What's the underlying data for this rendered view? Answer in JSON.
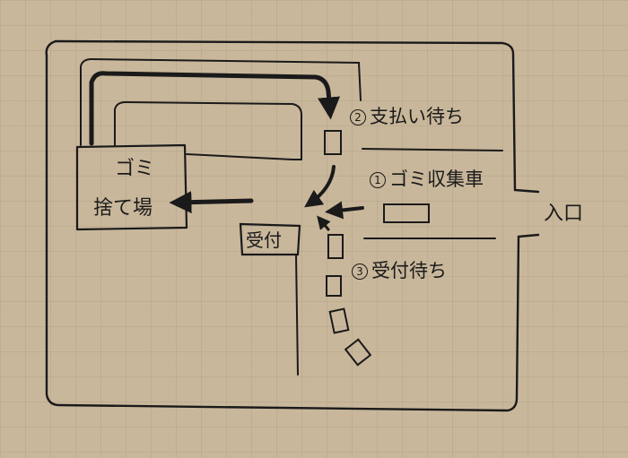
{
  "labels": {
    "gomi": "ゴミ",
    "sutebasho": "捨て場",
    "uketsuke": "受付",
    "shiharai_num": "2",
    "shiharai": "支払い待ち",
    "shuushuu_num": "1",
    "shuushuu": "ゴミ収集車",
    "uketsuke_machi_num": "3",
    "uketsuke_machi": "受付待ち",
    "iriguchi": "入口"
  },
  "colors": {
    "paper": "#c9b79c",
    "grid": "#b4a386",
    "ink": "#1a1a1a"
  }
}
